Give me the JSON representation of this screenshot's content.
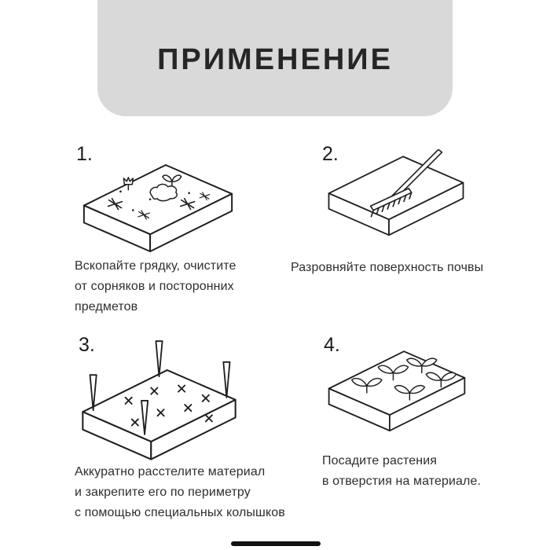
{
  "header": {
    "title": "ПРИМЕНЕНИЕ"
  },
  "colors": {
    "header_bg": "#d9d9d9",
    "ink": "#1f1f1f",
    "background": "#ffffff"
  },
  "steps": [
    {
      "number": "1.",
      "icon": "garden-bed-with-weeds-icon",
      "caption": "Вскопайте грядку, очистите\nот сорняков и посторонних\nпредметов"
    },
    {
      "number": "2.",
      "icon": "rake-on-bed-icon",
      "caption": "Разровняйте поверхность почвы"
    },
    {
      "number": "3.",
      "icon": "covered-bed-with-pegs-icon",
      "caption": "Аккуратно расстелите материал\nи закрепите его по периметру\nс помощью специальных колышков"
    },
    {
      "number": "4.",
      "icon": "plants-in-bed-icon",
      "caption": "Посадите растения\nв отверстия на материале."
    }
  ]
}
